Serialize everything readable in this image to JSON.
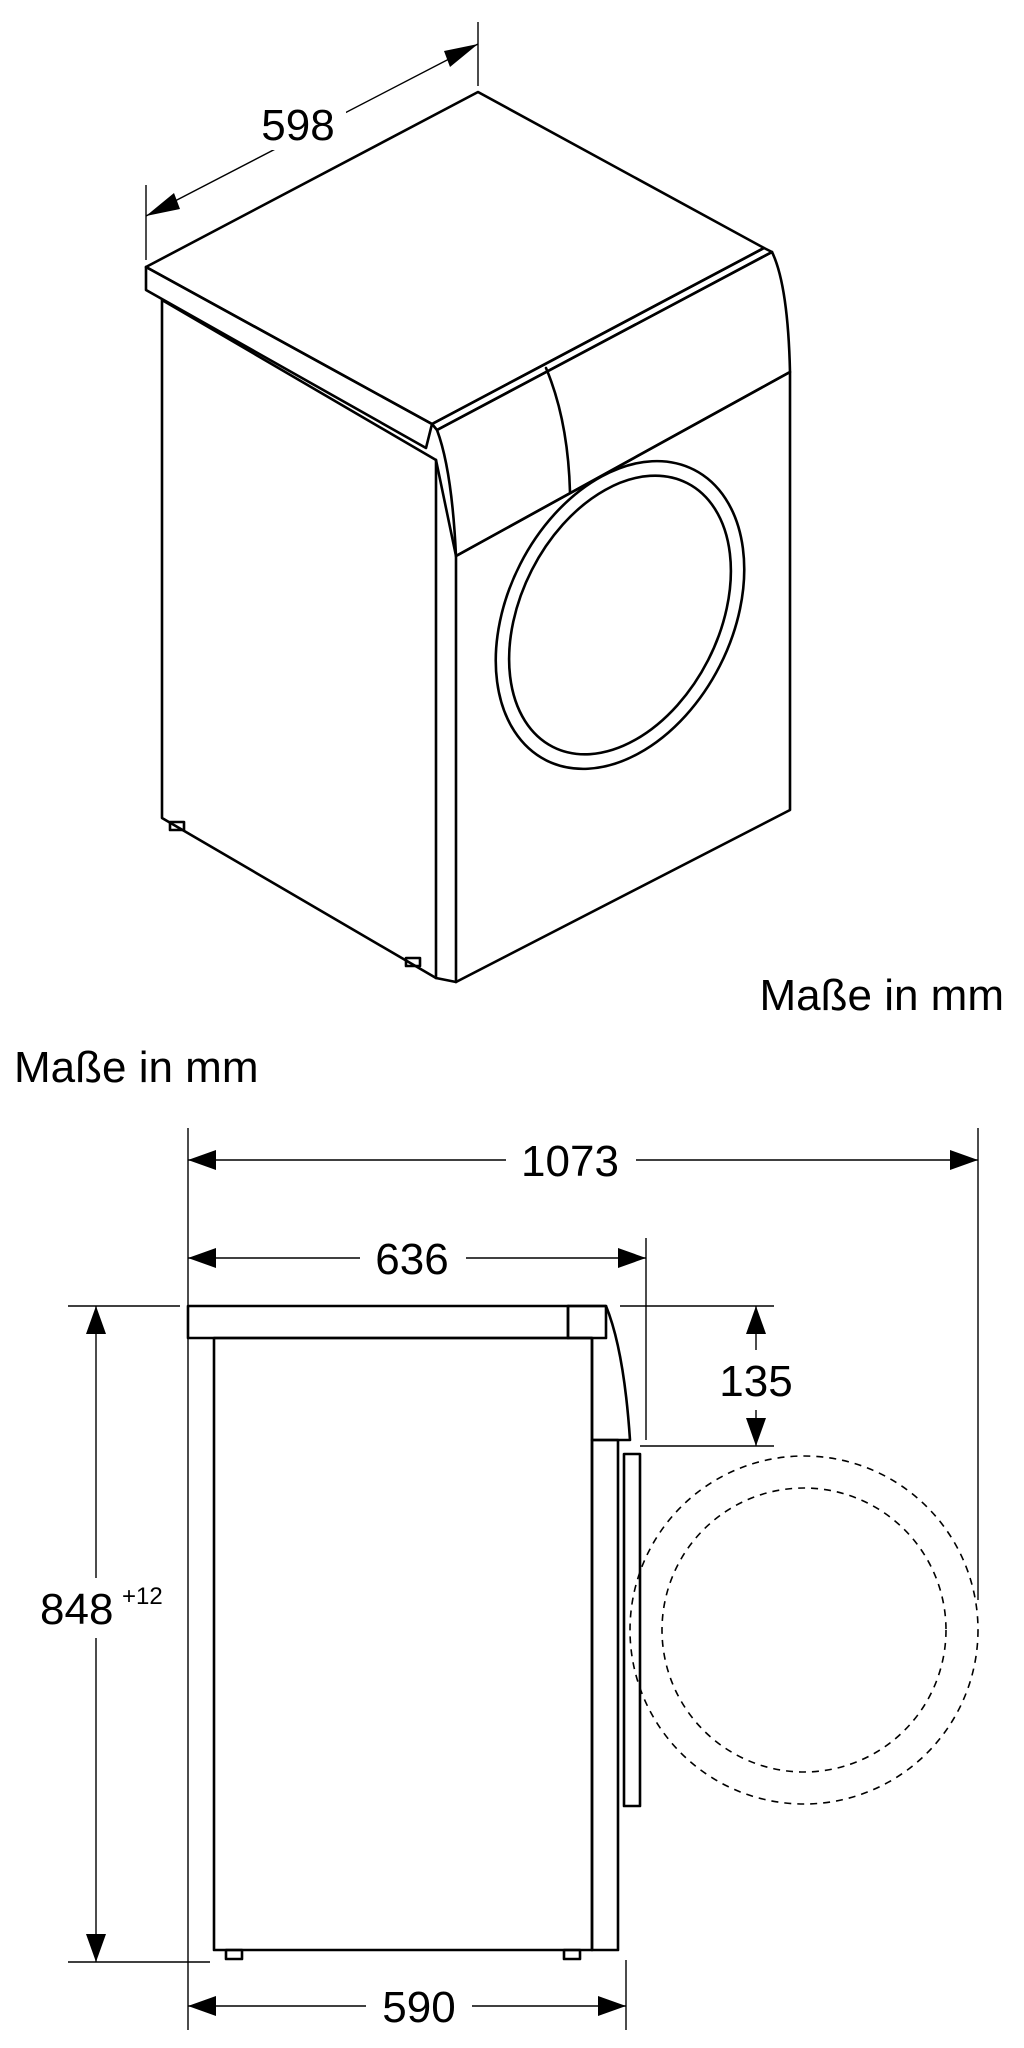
{
  "isometric_view": {
    "width_label": "598",
    "units_label": "Maße in mm"
  },
  "side_view": {
    "units_label": "Maße in mm",
    "depth_door_open_label": "1073",
    "depth_label": "636",
    "top_height_label": "135",
    "height_label": "848",
    "height_tolerance": "+12",
    "base_depth_label": "590"
  }
}
